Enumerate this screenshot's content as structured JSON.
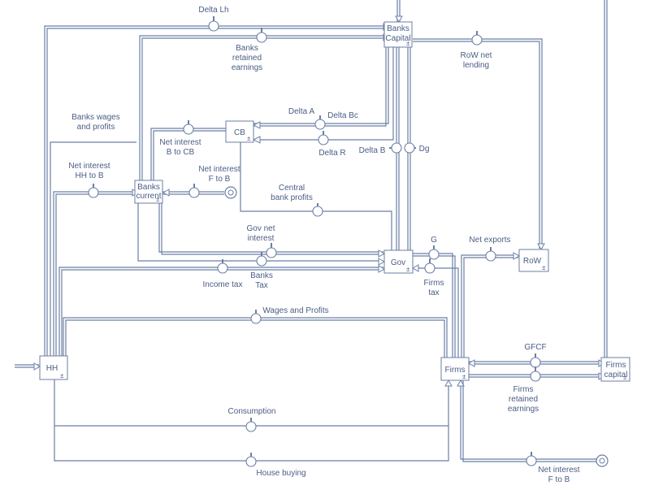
{
  "colors": {
    "line": "#6b7fa6",
    "text": "#4a5d85"
  },
  "stocks": {
    "banks_capital": [
      "Banks",
      "Capital"
    ],
    "cb": [
      "CB"
    ],
    "banks_current": [
      "Banks",
      "current"
    ],
    "gov": [
      "Gov"
    ],
    "row": [
      "RoW"
    ],
    "hh": [
      "HH"
    ],
    "firms": [
      "Firms"
    ],
    "firms_capital": [
      "Firms",
      "capital"
    ]
  },
  "flows": {
    "delta_lh": [
      "Delta Lh"
    ],
    "banks_retained_earnings": [
      "Banks",
      "retained",
      "earnings"
    ],
    "row_net_lending": [
      "RoW net",
      "lending"
    ],
    "banks_wages_profits": [
      "Banks wages",
      "and profits"
    ],
    "delta_a": [
      "Delta A"
    ],
    "delta_bc": [
      "Delta Bc"
    ],
    "net_interest_b_to_cb": [
      "Net interest",
      "B to CB"
    ],
    "delta_r": [
      "Delta R"
    ],
    "delta_b": [
      "Delta B"
    ],
    "dg": [
      "Dg"
    ],
    "net_interest_hh_to_b": [
      "Net interest",
      "HH to B"
    ],
    "net_interest_f_to_b_top": [
      "Net interest",
      "F to B"
    ],
    "central_bank_profits": [
      "Central",
      "bank profits"
    ],
    "gov_net_interest": [
      "Gov net",
      "interest"
    ],
    "g": [
      "G"
    ],
    "net_exports": [
      "Net exports"
    ],
    "income_tax": [
      "Income tax"
    ],
    "banks_tax": [
      "Banks",
      "Tax"
    ],
    "firms_tax": [
      "Firms",
      "tax"
    ],
    "wages_and_profits": [
      "Wages and Profits"
    ],
    "gfcf": [
      "GFCF"
    ],
    "firms_retained_earnings": [
      "Firms",
      "retained",
      "earnings"
    ],
    "consumption": [
      "Consumption"
    ],
    "house_buying": [
      "House buying"
    ],
    "net_interest_f_to_b_bottom": [
      "Net interest",
      "F to B"
    ]
  }
}
